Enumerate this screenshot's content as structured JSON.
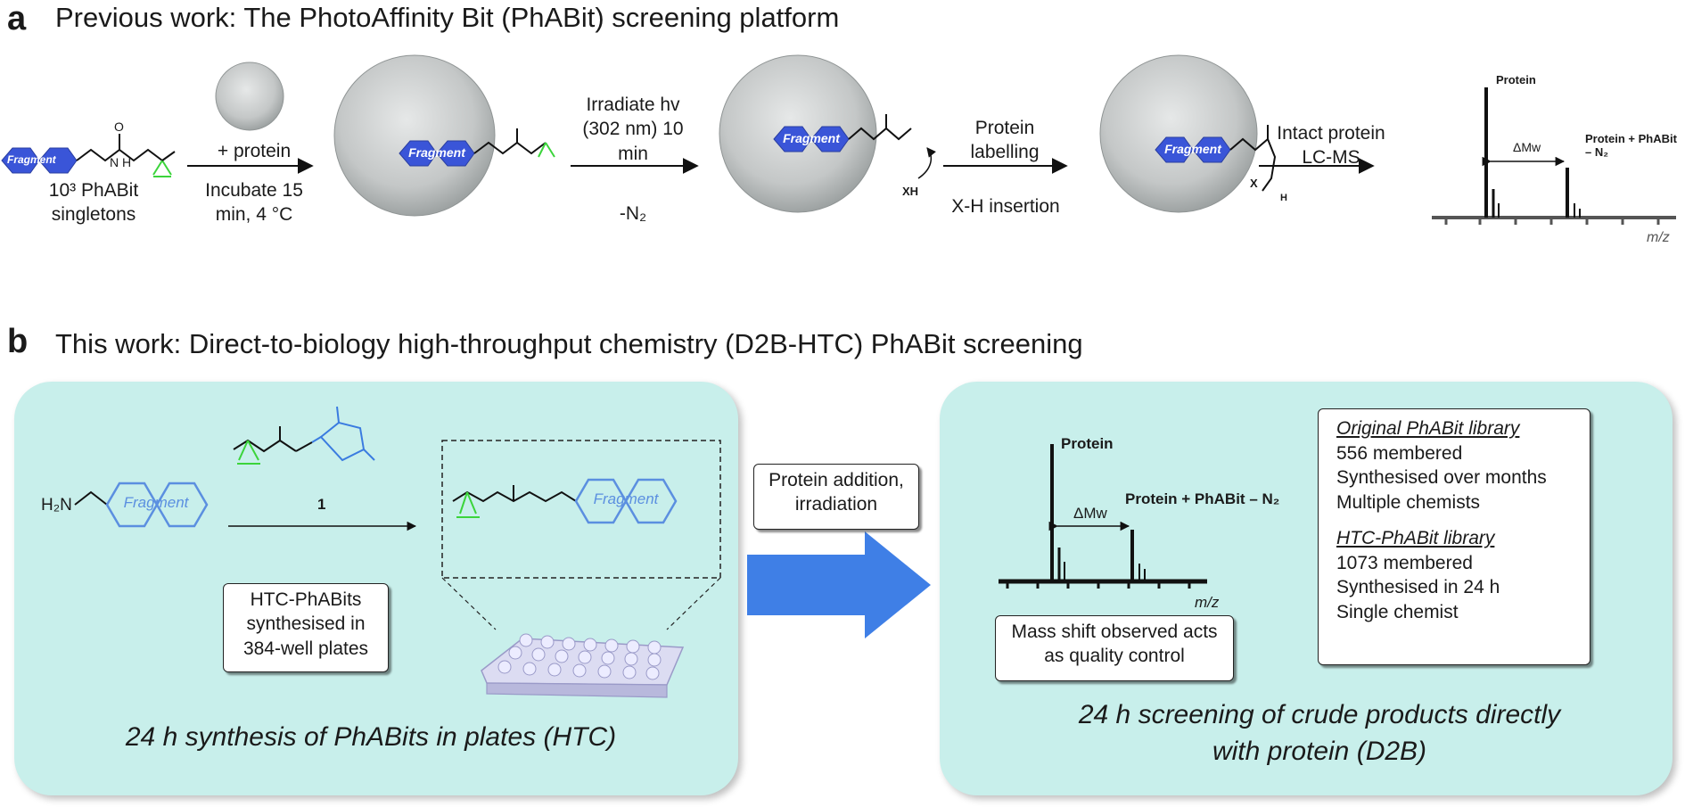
{
  "panel_a": {
    "letter": "a",
    "title": "Previous work: The PhotoAffinity Bit (PhABit) screening platform",
    "fragment_label": "Fragment",
    "singletons_label": "10³ PhABit singletons",
    "step1_top": "+ protein",
    "step1_bottom": "Incubate 15 min, 4 °C",
    "step2_top": "Irradiate hv (302 nm) 10 min",
    "step2_bottom": "-N₂",
    "step3_top": "Protein labelling",
    "step3_bottom": "X-H insertion",
    "step4_top": "Intact protein LC-MS",
    "xh_label": "XH",
    "x_label": "X",
    "h_label": "H",
    "n_label": "N",
    "o_label": "O",
    "nh_label": "N H",
    "spectrum": {
      "protein_label": "Protein",
      "adduct_label": "Protein + PhABit – N₂",
      "shift_label": "ΔMw",
      "axis_label": "m/z"
    }
  },
  "panel_b": {
    "letter": "b",
    "title": "This work: Direct-to-biology high-throughput chemistry (D2B-HTC) PhABit screening",
    "amine_label": "H₂N",
    "fragment_label": "Fragment",
    "reagent_number": "1",
    "htc_box": "HTC-PhABits synthesised in 384-well plates",
    "left_caption": "24 h synthesis of PhABits in plates (HTC)",
    "arrow_box": "Protein addition, irradiation",
    "spectrum": {
      "protein_label": "Protein",
      "adduct_label": "Protein + PhABit – N₂",
      "shift_label": "ΔMw",
      "axis_label": "m/z"
    },
    "qc_box": "Mass shift observed acts as quality control",
    "library_box": {
      "orig_title": "Original PhABit library",
      "orig_lines": [
        "556 membered",
        "Synthesised over months",
        "Multiple chemists"
      ],
      "htc_title": "HTC-PhABit library",
      "htc_lines": [
        "1073 membered",
        "Synthesised in 24 h",
        "Single chemist"
      ]
    },
    "right_caption": "24 h screening of crude products directly with protein (D2B)"
  },
  "colors": {
    "panel_fill": "#c8efeb",
    "fragment_fill": "#3a55d8",
    "fragment_outline_b": "#5b8fe0",
    "diazirine_green": "#3bd43b",
    "nhs_blue": "#3a7be0",
    "big_arrow": "#3f7fe6",
    "protein_gray": "#c4c7c7",
    "axis_gray": "#555555"
  }
}
